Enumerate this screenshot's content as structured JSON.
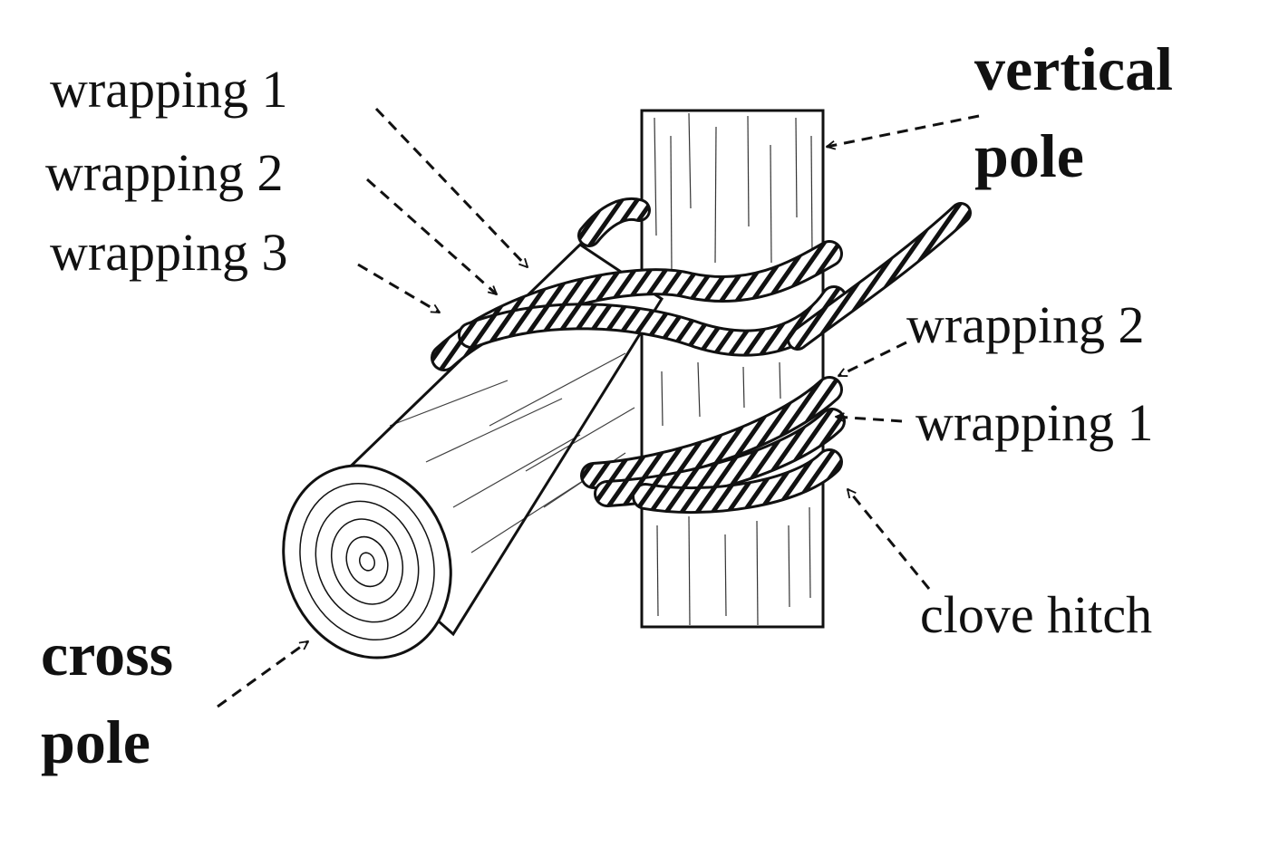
{
  "labels": {
    "left_wrapping_1": "wrapping 1",
    "left_wrapping_2": "wrapping 2",
    "left_wrapping_3": "wrapping 3",
    "vertical_pole_line1": "vertical",
    "vertical_pole_line2": "pole",
    "right_wrapping_2": "wrapping 2",
    "right_wrapping_1": "wrapping 1",
    "clove_hitch": "clove hitch",
    "cross_pole_line1": "cross",
    "cross_pole_line2": "pole"
  },
  "colors": {
    "ink": "#111111",
    "background": "#ffffff"
  },
  "icons": {
    "arrow": "dashed-arrow"
  }
}
